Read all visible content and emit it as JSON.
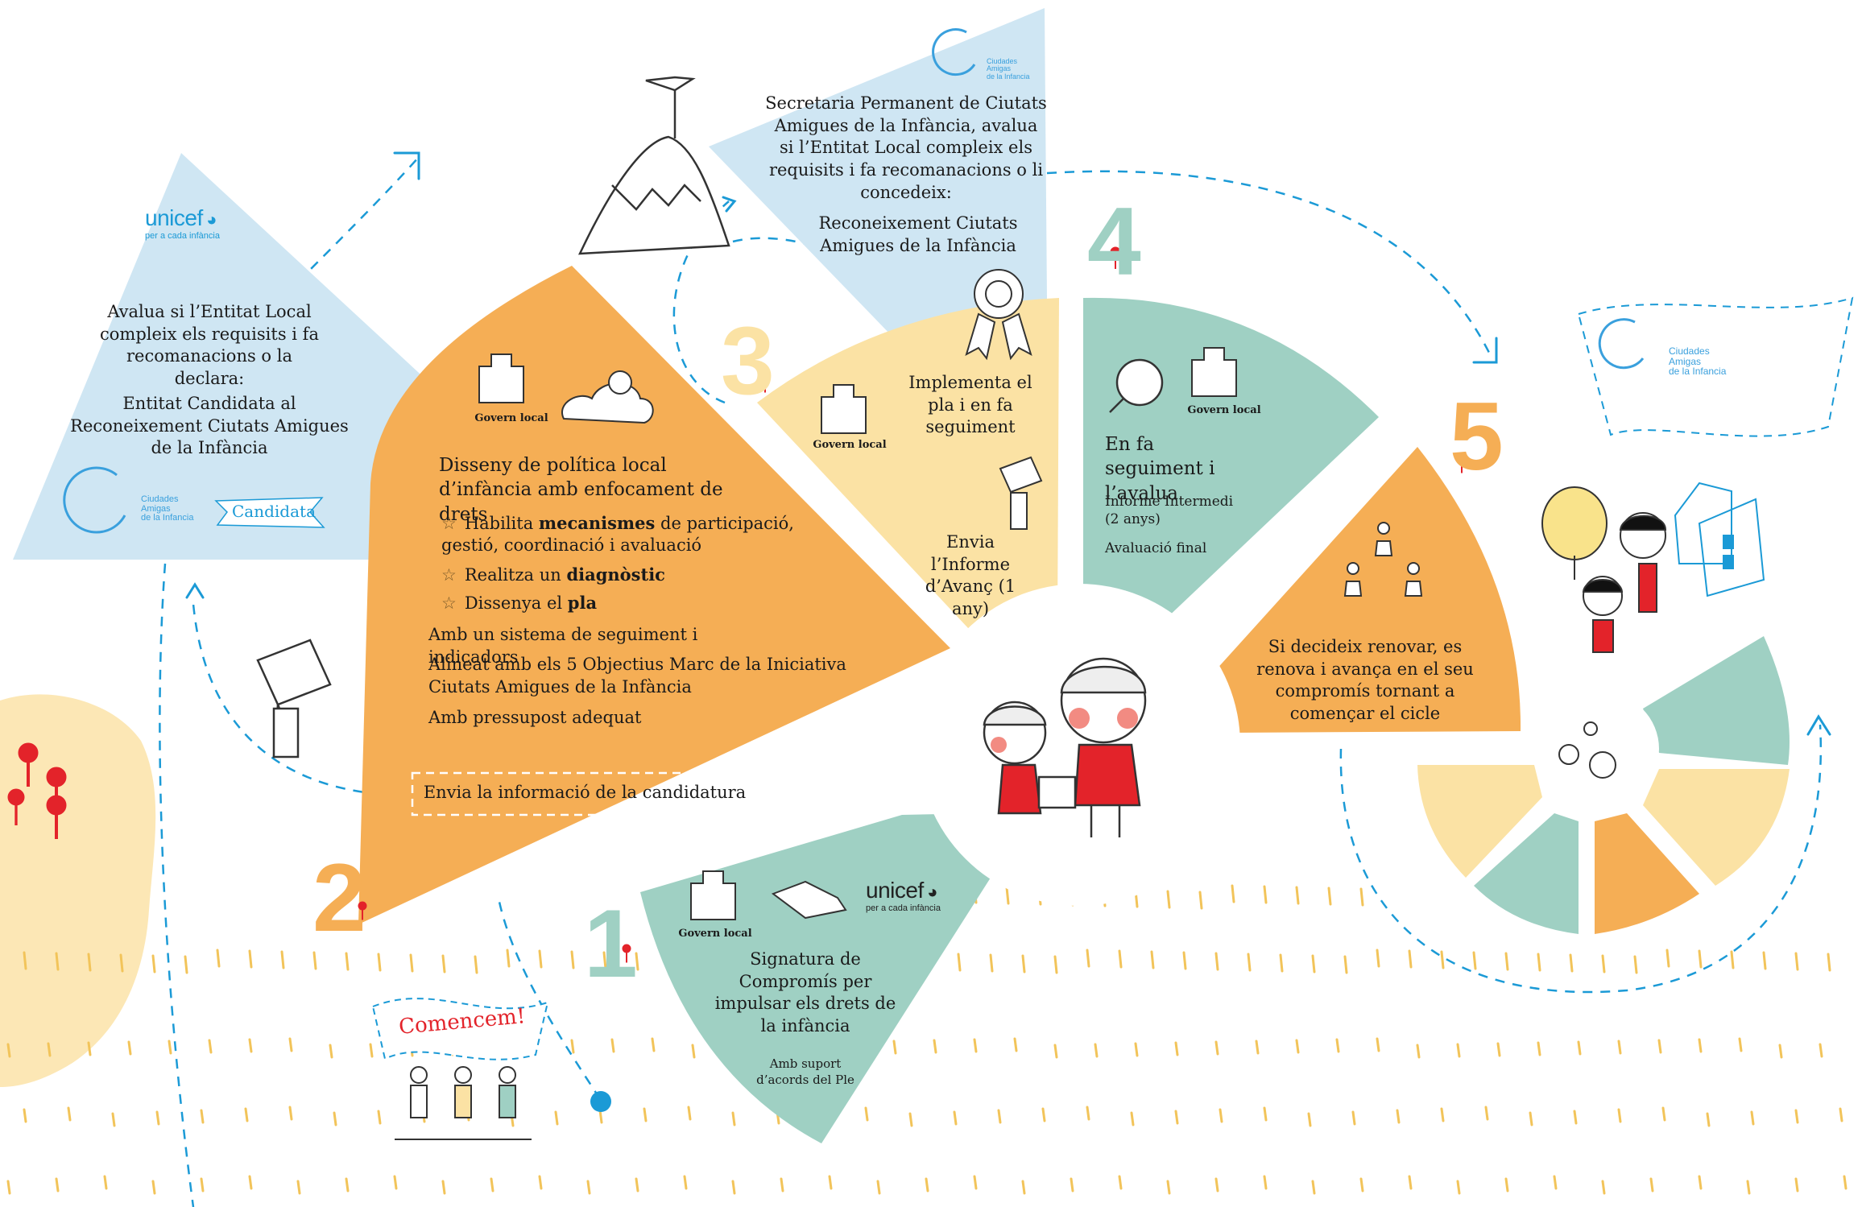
{
  "colors": {
    "blue_panel": "#cfe6f3",
    "orange": "#f5ae55",
    "light_yellow": "#fbe2a4",
    "teal": "#9fd0c3",
    "accent_blue": "#1b9ad6",
    "red": "#e3232a"
  },
  "step_numbers": [
    "1",
    "2",
    "3",
    "4",
    "5"
  ],
  "unicef": {
    "wordmark": "unicef",
    "tagline": "per a cada infància"
  },
  "cak_logo": {
    "line1": "Ciudades",
    "line2": "Amigas",
    "line3": "de la Infancia"
  },
  "govern_local": "Govern local",
  "candidate_panel": {
    "text": "Avalua si l’Entitat Local compleix els requisits i fa recomanacions o la declara:",
    "result": "Entitat Candidata al Reconeixement Ciutats Amigues de la Infància",
    "badge": "Candidata"
  },
  "step2": {
    "title": "Disseny de política local d’infància amb enfocament de drets",
    "item1_pre": "Habilita ",
    "item1_bold": "mecanismes",
    "item1_post": " de participació, gestió, coordinació i avaluació",
    "item2_pre": "Realitza un ",
    "item2_bold": "diagnòstic",
    "item3_pre": "Dissenya el ",
    "item3_bold": "pla",
    "line1": "Amb un sistema de seguiment i indicadors",
    "line2": "Alineat amb els 5 Objectius Marc de la Iniciativa Ciutats Amigues de la Infància",
    "line3": "Amb pressupost adequat",
    "send": "Envia la informació de la candidatura"
  },
  "secretaria_panel": {
    "text": "Secretaria Permanent de Ciutats Amigues de la Infància, avalua si l’Entitat Local compleix els requisits i fa recomanacions o li concedeix:",
    "result": "Reconeixement Ciutats Amigues de la Infància"
  },
  "step3": {
    "text": "Implementa el pla i en fa seguiment",
    "send": "Envia l’Informe d’Avanç (1 any)"
  },
  "step4": {
    "title": "En fa seguiment i l’avalua",
    "line1": "Informe Intermedi (2 anys)",
    "line2": "Avaluació final"
  },
  "step5": {
    "text": "Si decideix renovar, es renova i avança en el seu compromís tornant a començar el cicle"
  },
  "step1": {
    "title": "Signatura de Compromís per impulsar els drets de la infància",
    "sub": "Amb suport d’acords del Ple"
  },
  "start_banner": "Comencem!"
}
